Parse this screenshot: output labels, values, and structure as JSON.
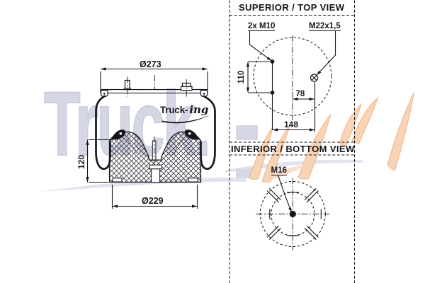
{
  "drawing": {
    "side_view": {
      "dim_plate_diameter": "Ø273",
      "dim_piston_height": "120",
      "dim_piston_diameter": "Ø229"
    },
    "top_view": {
      "title": "SUPERIOR / TOP VIEW",
      "studs_label": "2x M10",
      "air_port_label": "M22x1,5",
      "dim_stud_spacing": "110",
      "dim_port_offset": "78",
      "dim_stud_to_port": "148"
    },
    "bottom_view": {
      "title": "INFERIOR / BOTTOM VIEW",
      "center_bolt_label": "M16"
    }
  },
  "branding": {
    "logo_text_bold": "Truck-",
    "logo_text_script": "ing",
    "watermark_text": "Truck."
  },
  "colors": {
    "ink": "#16161e",
    "watermark_gray": "#d6d7e4",
    "watermark_gray_light": "#e2e3ee",
    "watermark_orange": "#f8d3b5",
    "watermark_orange_edge": "#ecb68c"
  }
}
